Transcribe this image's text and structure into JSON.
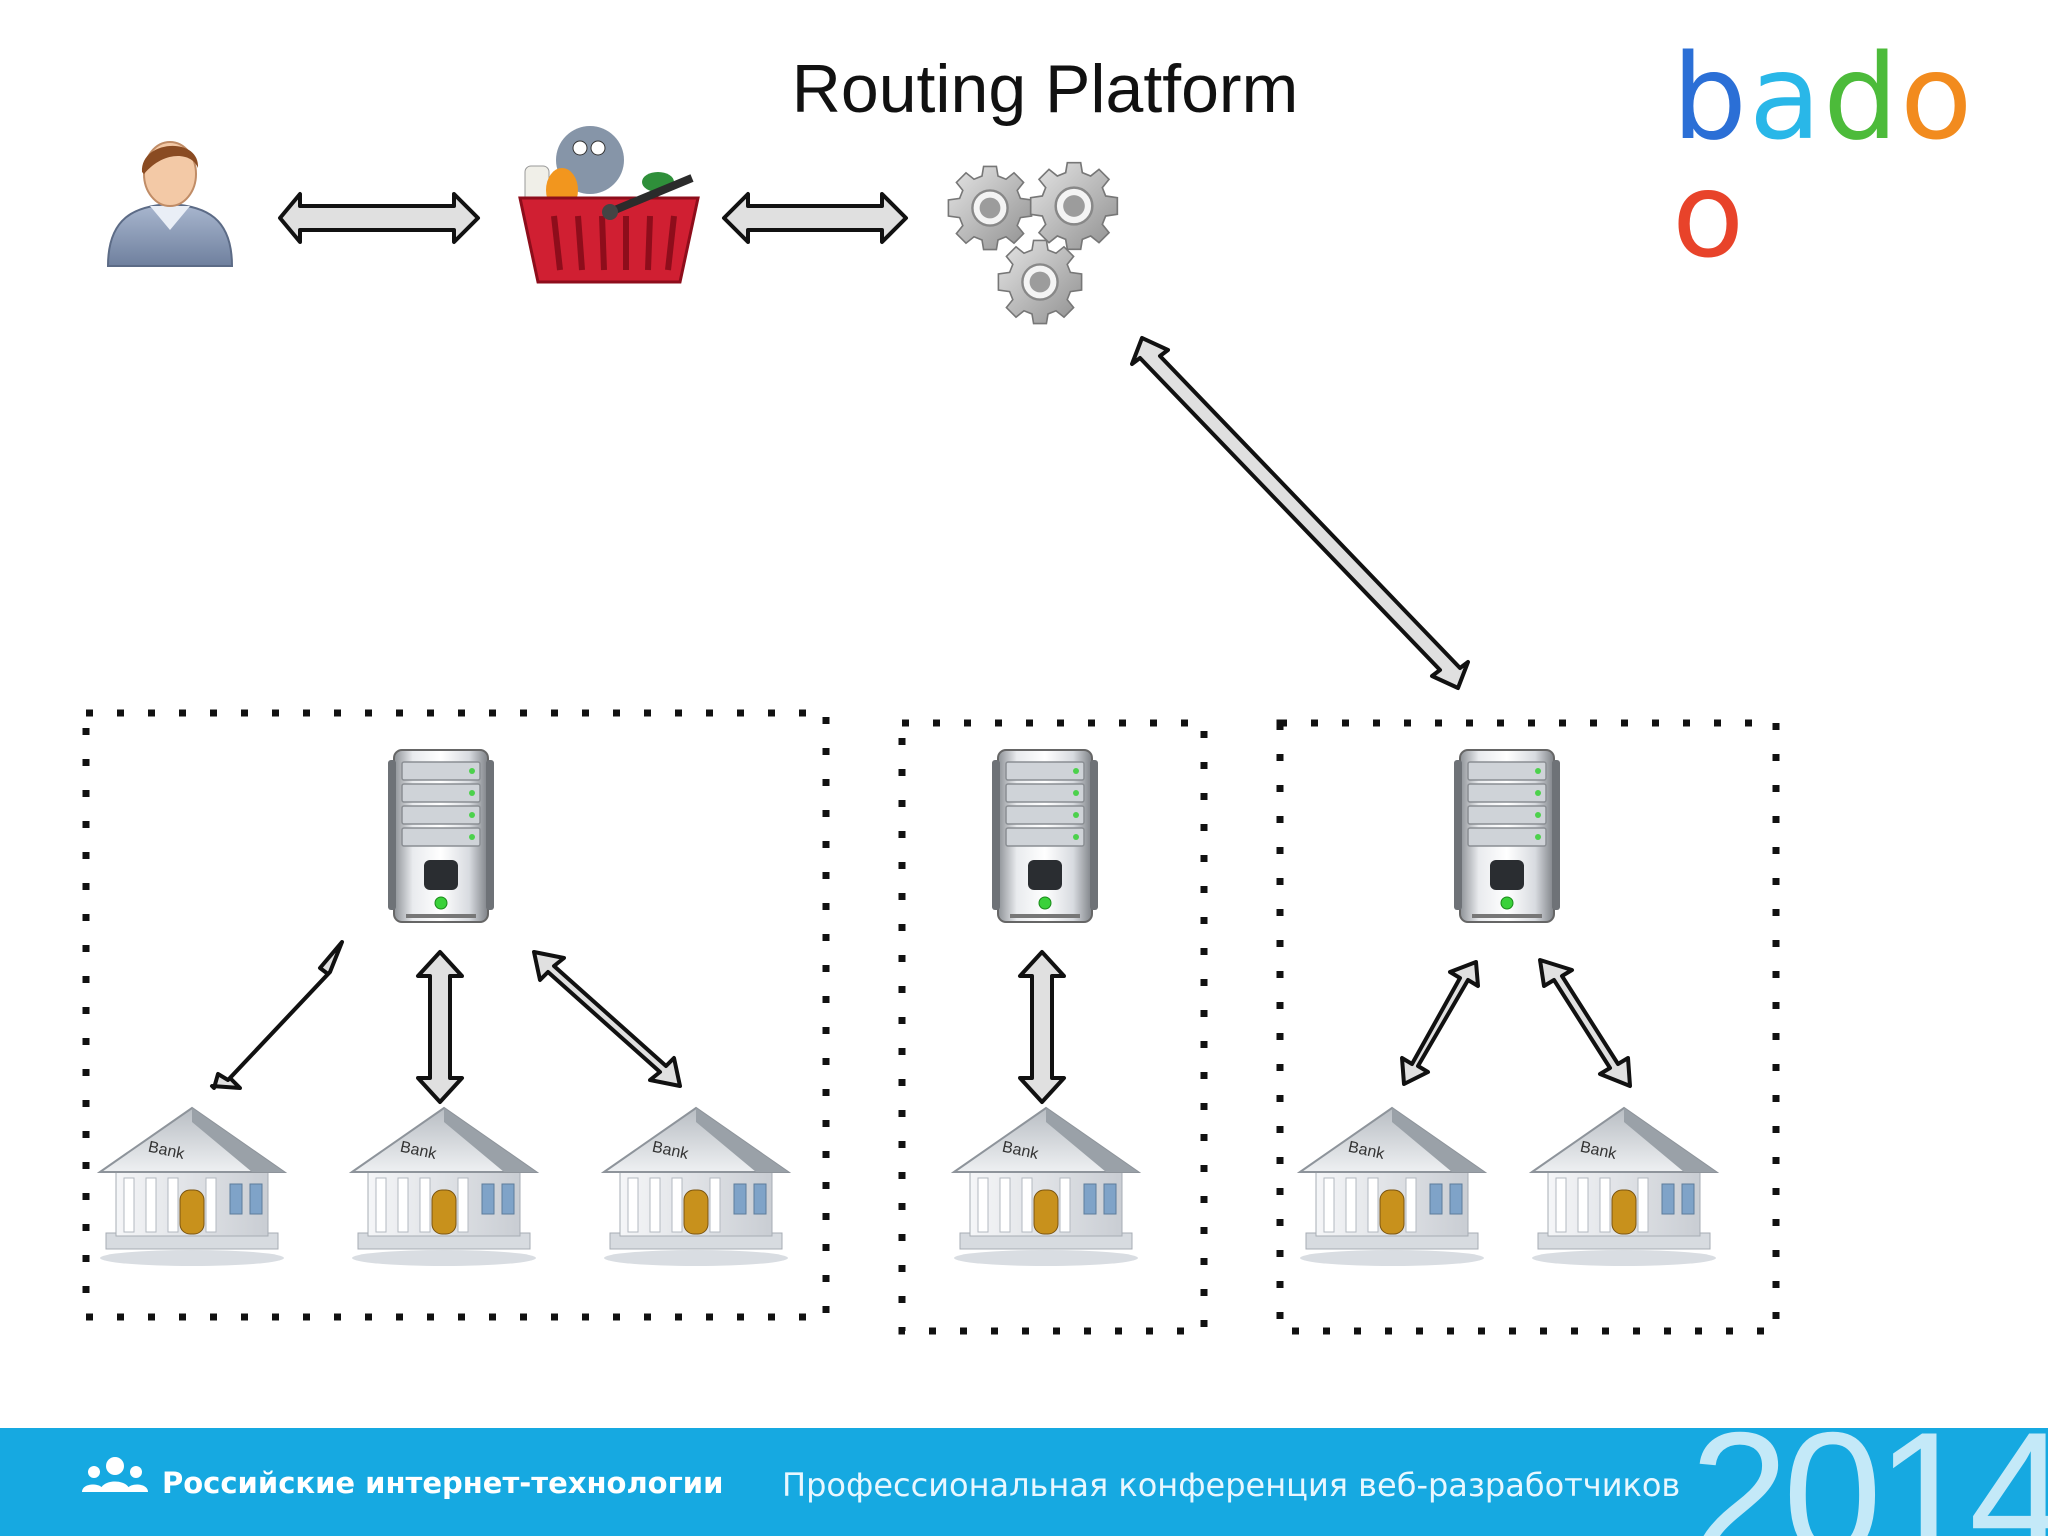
{
  "title": "Routing Platform",
  "logo": {
    "text": "badoo",
    "letters": [
      {
        "char": "b",
        "color": "#2b6fd6"
      },
      {
        "char": "a",
        "color": "#29b7e8"
      },
      {
        "char": "d",
        "color": "#4cbb3a"
      },
      {
        "char": "o",
        "color": "#f28b1e"
      },
      {
        "char": "o",
        "color": "#e8432a"
      }
    ]
  },
  "nodes": {
    "user": {
      "icon": "user-icon"
    },
    "shop": {
      "icon": "shopping-basket-icon"
    },
    "platform": {
      "icon": "gears-icon"
    }
  },
  "bank_label": "Bank",
  "clusters": [
    {
      "name": "cluster-1",
      "banks": 3
    },
    {
      "name": "cluster-2",
      "banks": 1
    },
    {
      "name": "cluster-3",
      "banks": 2
    }
  ],
  "footer": {
    "organization": "Российские интернет-технологии",
    "conference": "Профессиональная конференция веб-разработчиков",
    "year": "2014"
  },
  "colors": {
    "arrow_fill": "#e0e0e0",
    "arrow_stroke": "#111111",
    "footer_bg": "#16a9e1",
    "basket": "#d01f32"
  }
}
